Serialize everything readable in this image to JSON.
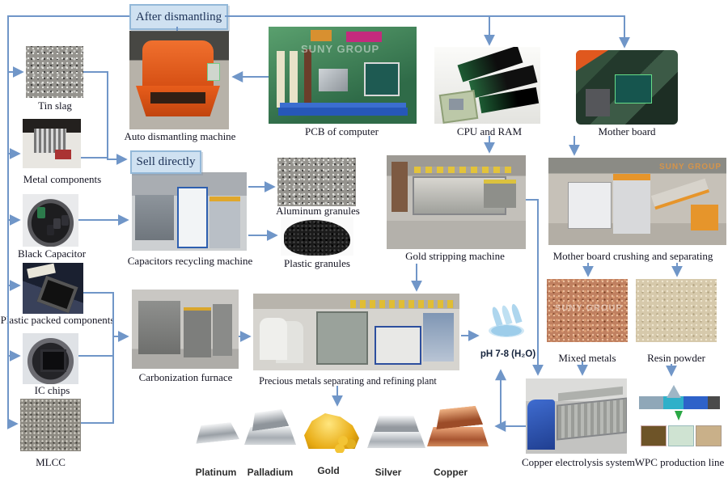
{
  "watermark": "SUNY GROUP",
  "colors": {
    "arrow": "#7096c8",
    "box_fill": "#cfe1f1",
    "box_border": "#93b8d8",
    "box_text": "#1d3257",
    "label_text": "#141422"
  },
  "boxes": {
    "after_dismantling": "After dismantling",
    "sell_directly": "Sell directly"
  },
  "nodes": {
    "tin_slag": "Tin slag",
    "metal_components": "Metal components",
    "black_capacitor": "Black Capacitor",
    "plastic_packed_components": "Plastic packed components",
    "ic_chips": "IC chips",
    "mlcc": "MLCC",
    "auto_dismantling_machine": "Auto dismantling machine",
    "pcb_of_computer": "PCB of computer",
    "cpu_and_ram": "CPU and RAM",
    "mother_board": "Mother board",
    "capacitors_recycling_machine": "Capacitors recycling machine",
    "aluminum_granules": "Aluminum granules",
    "plastic_granules": "Plastic granules",
    "gold_stripping_machine": "Gold stripping machine",
    "mother_board_crushing": "Mother board crushing and separating",
    "carbonization_furnace": "Carbonization furnace",
    "precious_metals_plant": "Precious metals separating and refining plant",
    "ph_water": "pH 7-8 (H₂O)",
    "mixed_metals": "Mixed metals",
    "resin_powder": "Resin powder",
    "copper_electrolysis": "Copper electrolysis system",
    "wpc_production_line": "WPC production line",
    "platinum": "Platinum",
    "palladium": "Palladium",
    "gold": "Gold",
    "silver": "Silver",
    "copper": "Copper"
  }
}
